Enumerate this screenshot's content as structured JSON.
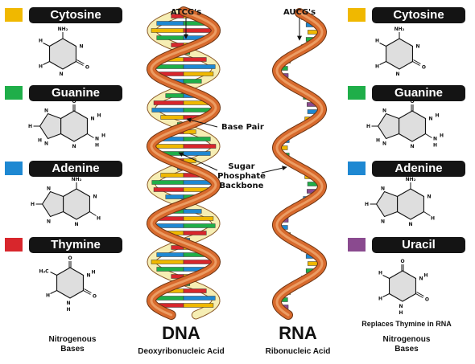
{
  "colors": {
    "cytosine": "#f0b800",
    "guanine": "#1fae49",
    "adenine": "#1e88d2",
    "thymine": "#d8262c",
    "uracil": "#8a4a8f",
    "backbone": "#d86a2d",
    "backbone_light": "#f3b27a",
    "inner_strand": "#f6eeb4"
  },
  "left_panel": {
    "bases": [
      {
        "key": "cytosine",
        "name": "Cytosine",
        "color": "#f0b800"
      },
      {
        "key": "guanine",
        "name": "Guanine",
        "color": "#1fae49"
      },
      {
        "key": "adenine",
        "name": "Adenine",
        "color": "#1e88d2"
      },
      {
        "key": "thymine",
        "name": "Thymine",
        "color": "#d8262c"
      }
    ],
    "caption_line1": "Nitrogenous",
    "caption_line2": "Bases"
  },
  "right_panel": {
    "bases": [
      {
        "key": "cytosine",
        "name": "Cytosine",
        "color": "#f0b800"
      },
      {
        "key": "guanine",
        "name": "Guanine",
        "color": "#1fae49"
      },
      {
        "key": "adenine",
        "name": "Adenine",
        "color": "#1e88d2"
      },
      {
        "key": "uracil",
        "name": "Uracil",
        "color": "#8a4a8f"
      }
    ],
    "note": "Replaces Thymine in RNA",
    "caption_line1": "Nitrogenous",
    "caption_line2": "Bases"
  },
  "dna": {
    "title": "DNA",
    "subtitle": "Deoxyribonucleic Acid",
    "top_label": "ATCG's"
  },
  "rna": {
    "title": "RNA",
    "subtitle": "Ribonucleic Acid",
    "top_label": "AUCG's"
  },
  "annotations": {
    "base_pair": "Base Pair",
    "backbone_line1": "Sugar",
    "backbone_line2": "Phosphate",
    "backbone_line3": "Backbone"
  },
  "atoms": {
    "nh2": "NH₂",
    "o": "O",
    "n": "N",
    "h": "H",
    "ch3": "H₃C"
  }
}
